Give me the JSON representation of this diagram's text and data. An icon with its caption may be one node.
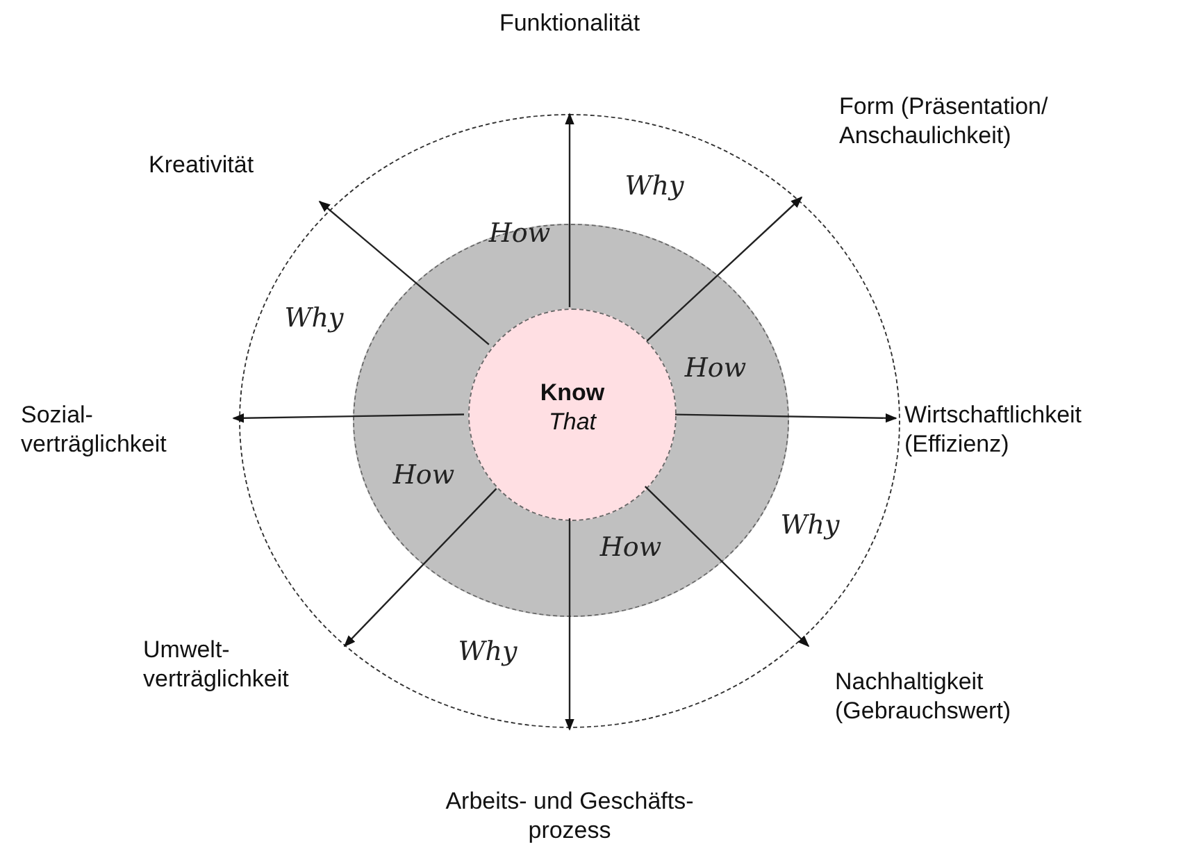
{
  "diagram": {
    "nodes": [
      {
        "text": [
          "Why",
          "Why",
          "Why",
          "Why"
        ]
      },
      {
        "text": [
          "How",
          "How",
          "How",
          "How"
        ],
        "in": 0
      },
      {
        "text": [
          "Know",
          "That"
        ],
        "in": 1
      },
      {
        "text": [
          "Funktionalität"
        ]
      },
      {
        "text": [
          "Form (Präsentation/ Anschaulichkeit)"
        ]
      },
      {
        "text": [
          "Wirtschaftlichkeit (Effizienz)"
        ]
      },
      {
        "text": [
          "Nachhaltigkeit (Gebrauchswert)"
        ]
      },
      {
        "text": [
          "Arbeits- und Geschäfts- prozess"
        ]
      },
      {
        "text": [
          "Umwelt- verträglichkeit"
        ]
      },
      {
        "text": [
          "Sozial- verträglichkeit"
        ]
      },
      {
        "text": [
          "Kreativität"
        ]
      }
    ],
    "edges": [
      {
        "from": 2,
        "to": 3,
        "arrow": "to"
      },
      {
        "from": 2,
        "to": 4,
        "arrow": "to"
      },
      {
        "from": 2,
        "to": 5,
        "arrow": "to"
      },
      {
        "from": 2,
        "to": 6,
        "arrow": "to"
      },
      {
        "from": 2,
        "to": 7,
        "arrow": "to"
      },
      {
        "from": 2,
        "to": 8,
        "arrow": "to"
      },
      {
        "from": 2,
        "to": 9,
        "arrow": "to"
      },
      {
        "from": 2,
        "to": 10,
        "arrow": "to"
      }
    ]
  }
}
